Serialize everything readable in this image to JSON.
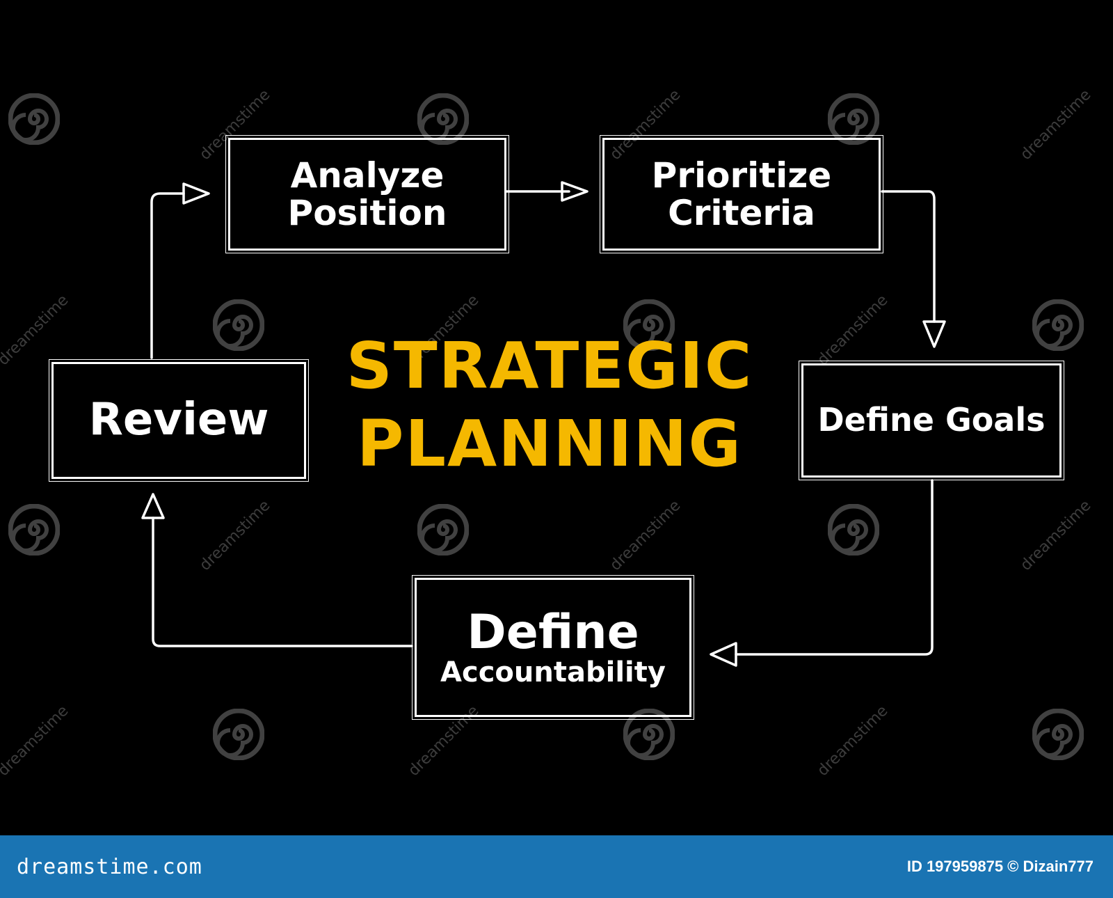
{
  "diagram": {
    "title_line1": "STRATEGIC",
    "title_line2": "PLANNING",
    "title_color": "#f5b800",
    "nodes": [
      {
        "id": "analyze",
        "line1": "Analyze",
        "line2": "Position"
      },
      {
        "id": "prioritize",
        "line1": "Prioritize",
        "line2": "Criteria"
      },
      {
        "id": "goals",
        "line1": "Define Goals",
        "line2": ""
      },
      {
        "id": "accountability",
        "line1": "Define",
        "line2": "Accountability"
      },
      {
        "id": "review",
        "line1": "Review",
        "line2": ""
      }
    ],
    "edges": [
      {
        "from": "analyze",
        "to": "prioritize"
      },
      {
        "from": "prioritize",
        "to": "goals"
      },
      {
        "from": "goals",
        "to": "accountability"
      },
      {
        "from": "accountability",
        "to": "review"
      },
      {
        "from": "review",
        "to": "analyze"
      }
    ]
  },
  "watermark": {
    "text": "dreamstime",
    "icon": "spiral-icon"
  },
  "footer": {
    "brand": "dreamstime.com",
    "id_text": "ID 197959875 © Dizain777",
    "background": "#1a74b3"
  }
}
